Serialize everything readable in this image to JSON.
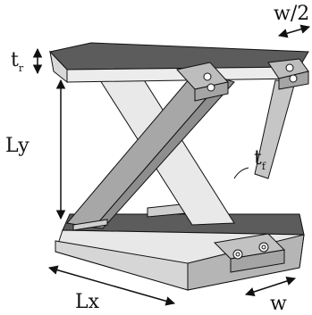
{
  "labels": {
    "t": "t",
    "r": "r",
    "ly": "Ly",
    "tf_t": "t",
    "tf_f": "f",
    "lx": "Lx",
    "w": "w",
    "w_half": "w/2"
  },
  "colors": {
    "top_face": "#5c5c5c",
    "light_face": "#e4e4e4",
    "mid_face": "#c9c9c9",
    "dark_face": "#a9a9a9",
    "outline": "#111111",
    "arrow": "#111111"
  }
}
